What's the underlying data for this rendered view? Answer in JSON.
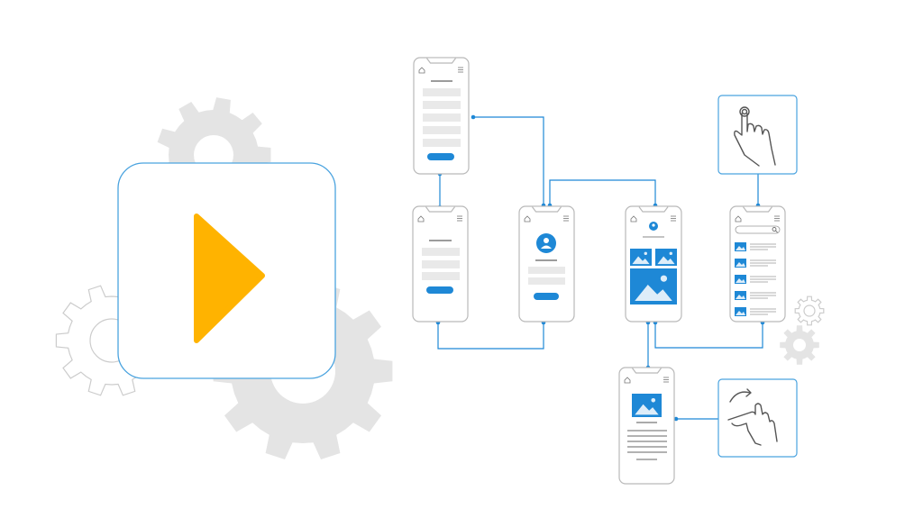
{
  "colors": {
    "accent": "#1e88d6",
    "play": "#ffb300",
    "gear": "#e4e4e4",
    "outline": "#cccccc",
    "phone_stroke": "#b9b9b9",
    "skeleton": "#e9e9e9",
    "line": "#3a3a3a",
    "hand": "#555555"
  },
  "icons": {
    "play": "play-icon",
    "gear": "gear-icon",
    "tap": "hand-tap-icon",
    "swipe": "hand-swipe-icon",
    "home": "home-icon",
    "menu": "menu-icon",
    "user": "user-icon",
    "image": "image-icon",
    "search": "search-icon"
  },
  "screens": [
    "login-form",
    "signup-form",
    "profile",
    "gallery",
    "list-feed",
    "article-detail"
  ]
}
